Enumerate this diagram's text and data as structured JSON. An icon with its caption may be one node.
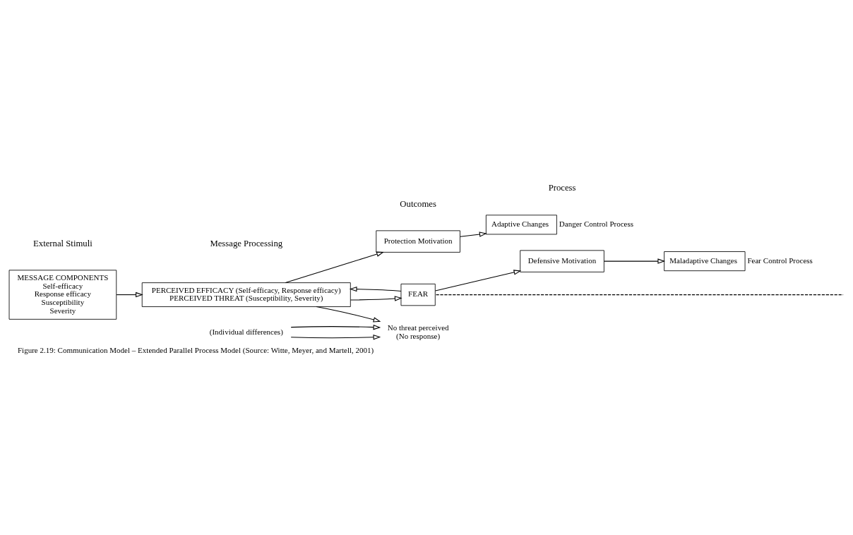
{
  "diagram": {
    "caption": "Figure 2.19: Communication Model – Extended Parallel Process Model (Source: Witte, Meyer, and Martell, 2001)",
    "nodes": [
      {
        "text": [
          "MESSAGE COMPONENTS",
          "Self-efficacy",
          "Response efficacy",
          "Susceptibility",
          "Severity"
        ]
      },
      {
        "text": [
          "PERCEIVED EFFICACY (Self-efficacy, Response efficacy)",
          "PERCEIVED THREAT (Susceptibility, Severity)"
        ]
      },
      {
        "text": [
          "Protection Motivation"
        ]
      },
      {
        "text": [
          "Adaptive Changes"
        ],
        "beside": [
          "Danger Control Process"
        ]
      },
      {
        "text": [
          "FEAR"
        ]
      },
      {
        "text": [
          "Defensive Motivation"
        ]
      },
      {
        "text": [
          "Maladaptive Changes"
        ],
        "beside": [
          "Fear Control Process"
        ]
      },
      {
        "text": [
          "No threat perceived",
          "(No response)"
        ]
      },
      {
        "text": [
          "(Individual differences)"
        ]
      }
    ],
    "edges": [
      {
        "from": 0,
        "to": 1,
        "arrow": "to"
      },
      {
        "from": 1,
        "to": 2,
        "arrow": "to"
      },
      {
        "from": 2,
        "to": 3,
        "arrow": "to"
      },
      {
        "from": 1,
        "to": 4,
        "arrow": "to"
      },
      {
        "from": 4,
        "to": 1,
        "arrow": "to"
      },
      {
        "from": 4,
        "to": 5,
        "arrow": "to"
      },
      {
        "from": 5,
        "to": 6,
        "arrow": "to"
      },
      {
        "from": 1,
        "to": 7,
        "arrow": "to"
      },
      {
        "from": 8,
        "to": 7,
        "arrow": "to"
      },
      {
        "from": 8,
        "to": 7,
        "arrow": "to"
      },
      {
        "from": 4,
        "to": null,
        "arrow": "none",
        "style": "dashed"
      }
    ],
    "labels": [
      "External Stimuli",
      "Message Processing",
      "Outcomes",
      "Process"
    ]
  }
}
